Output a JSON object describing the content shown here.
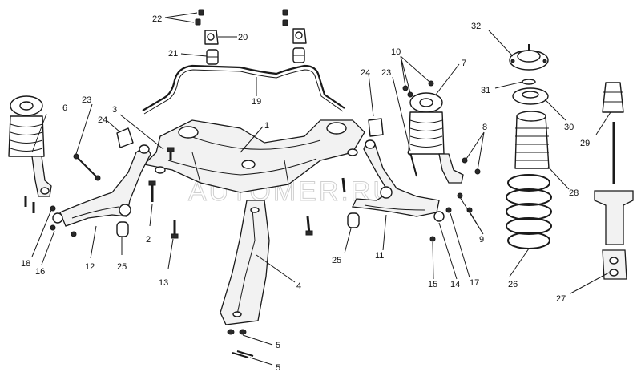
{
  "diagram": {
    "watermark": "AUTOMER.RU",
    "callouts": {
      "c1": "1",
      "c2": "2",
      "c3": "3",
      "c4": "4",
      "c5a": "5",
      "c5b": "5",
      "c6": "6",
      "c7": "7",
      "c8": "8",
      "c9": "9",
      "c10": "10",
      "c11": "11",
      "c12": "12",
      "c13": "13",
      "c14": "14",
      "c15": "15",
      "c16": "16",
      "c17": "17",
      "c18": "18",
      "c19": "19",
      "c20": "20",
      "c21": "21",
      "c22": "22",
      "c23a": "23",
      "c23b": "23",
      "c24a": "24",
      "c24b": "24",
      "c25a": "25",
      "c25b": "25",
      "c26": "26",
      "c27": "27",
      "c28": "28",
      "c29": "29",
      "c30": "30",
      "c31": "31",
      "c32": "32"
    }
  }
}
